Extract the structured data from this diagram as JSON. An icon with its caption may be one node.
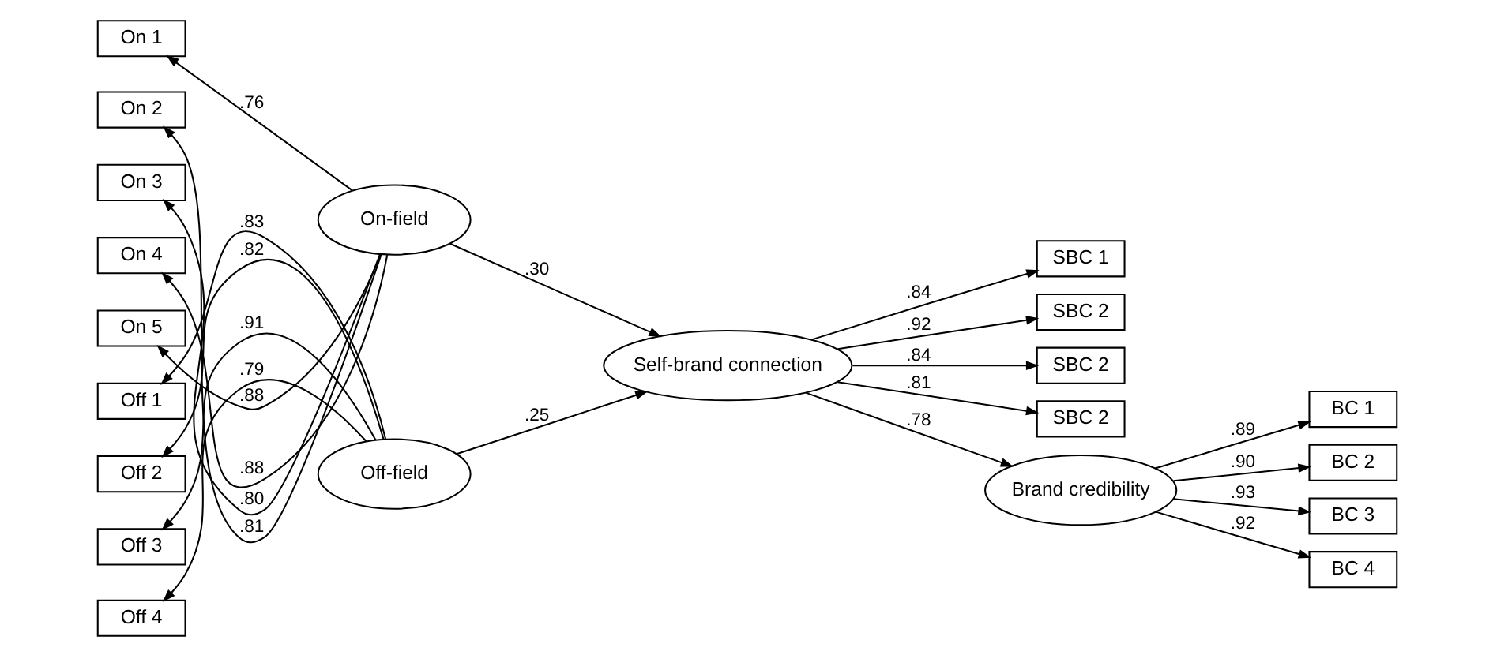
{
  "diagram": {
    "nodes": [
      {
        "text": [
          "On 1"
        ]
      },
      {
        "text": [
          "On 2"
        ]
      },
      {
        "text": [
          "On 3"
        ]
      },
      {
        "text": [
          "On 4"
        ]
      },
      {
        "text": [
          "On 5"
        ]
      },
      {
        "text": [
          "Off 1"
        ]
      },
      {
        "text": [
          "Off 2"
        ]
      },
      {
        "text": [
          "Off 3"
        ]
      },
      {
        "text": [
          "Off 4"
        ]
      },
      {
        "text": [
          "On-field"
        ]
      },
      {
        "text": [
          "Off-field"
        ]
      },
      {
        "text": [
          "SBC 1"
        ]
      },
      {
        "text": [
          "SBC 2"
        ]
      },
      {
        "text": [
          "SBC 2"
        ]
      },
      {
        "text": [
          "SBC 2"
        ]
      },
      {
        "text": [
          "Self-brand connection"
        ]
      },
      {
        "text": [
          "Brand credibility"
        ]
      },
      {
        "text": [
          "BC 1"
        ]
      },
      {
        "text": [
          "BC 2"
        ]
      },
      {
        "text": [
          "BC 3"
        ]
      },
      {
        "text": [
          "BC 4"
        ]
      }
    ],
    "edges": [
      {
        "from": 9,
        "to": 0,
        "arrow": "to",
        "label": ".76"
      },
      {
        "from": 9,
        "to": 1,
        "arrow": "to",
        "label": ".81"
      },
      {
        "from": 9,
        "to": 2,
        "arrow": "to",
        "label": ".80"
      },
      {
        "from": 9,
        "to": 3,
        "arrow": "to",
        "label": ".88"
      },
      {
        "from": 9,
        "to": 4,
        "arrow": "to",
        "label": ".88"
      },
      {
        "from": 10,
        "to": 5,
        "arrow": "to",
        "label": ".83"
      },
      {
        "from": 10,
        "to": 6,
        "arrow": "to",
        "label": ".82"
      },
      {
        "from": 10,
        "to": 7,
        "arrow": "to",
        "label": ".91"
      },
      {
        "from": 10,
        "to": 8,
        "arrow": "to",
        "label": ".79"
      },
      {
        "from": 9,
        "to": 15,
        "arrow": "to",
        "label": ".30"
      },
      {
        "from": 10,
        "to": 15,
        "arrow": "to",
        "label": ".25"
      },
      {
        "from": 15,
        "to": 11,
        "arrow": "to",
        "label": ".84"
      },
      {
        "from": 15,
        "to": 12,
        "arrow": "to",
        "label": ".92"
      },
      {
        "from": 15,
        "to": 13,
        "arrow": "to",
        "label": ".84"
      },
      {
        "from": 15,
        "to": 14,
        "arrow": "to",
        "label": ".81"
      },
      {
        "from": 15,
        "to": 16,
        "arrow": "to",
        "label": ".78"
      },
      {
        "from": 16,
        "to": 17,
        "arrow": "to",
        "label": ".89"
      },
      {
        "from": 16,
        "to": 18,
        "arrow": "to",
        "label": ".90"
      },
      {
        "from": 16,
        "to": 19,
        "arrow": "to",
        "label": ".93"
      },
      {
        "from": 16,
        "to": 20,
        "arrow": "to",
        "label": ".92"
      }
    ]
  }
}
